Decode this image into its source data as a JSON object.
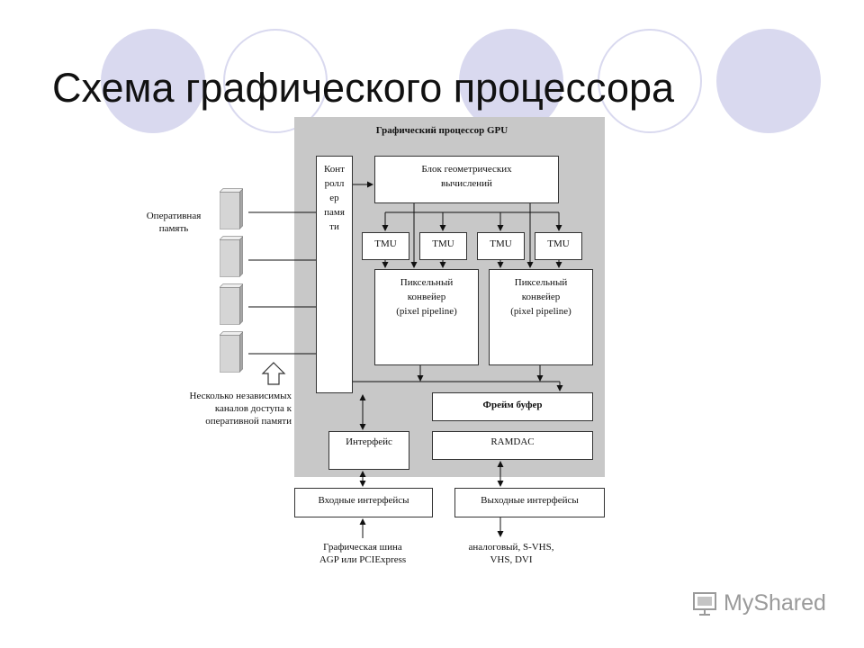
{
  "slide": {
    "title": "Схема графического процессора"
  },
  "gpu": {
    "title": "Графический процессор GPU",
    "memory_controller": [
      "Конт",
      "ролл",
      "ер",
      "памя",
      "ти"
    ],
    "geometry_block": [
      "Блок геометрических",
      "вычислений"
    ],
    "tmu": [
      "TMU",
      "TMU",
      "TMU",
      "TMU"
    ],
    "pixel_pipeline_1": [
      "Пиксельный",
      "конвейер",
      "(pixel pipeline)"
    ],
    "pixel_pipeline_2": [
      "Пиксельный",
      "конвейер",
      "(pixel pipeline)"
    ],
    "frame_buffer": "Фрейм буфер",
    "interface": "Интерфейс",
    "ramdac": "RAMDAC"
  },
  "external": {
    "ram_label": [
      "Оперативная",
      "память"
    ],
    "channels_label": [
      "Несколько независимых",
      "каналов доступа к",
      "оперативной памяти"
    ],
    "input_interfaces": "Входные интерфейсы",
    "output_interfaces": "Выходные интерфейсы",
    "input_bus": [
      "Графическая шина",
      "AGP или PCIExpress"
    ],
    "output_signals": [
      "аналоговый, S-VHS,",
      "VHS, DVI"
    ]
  },
  "logo": {
    "text": "MyShared"
  },
  "colors": {
    "circle": "#d9d9ef",
    "gpu_background": "#c8c8c8"
  }
}
